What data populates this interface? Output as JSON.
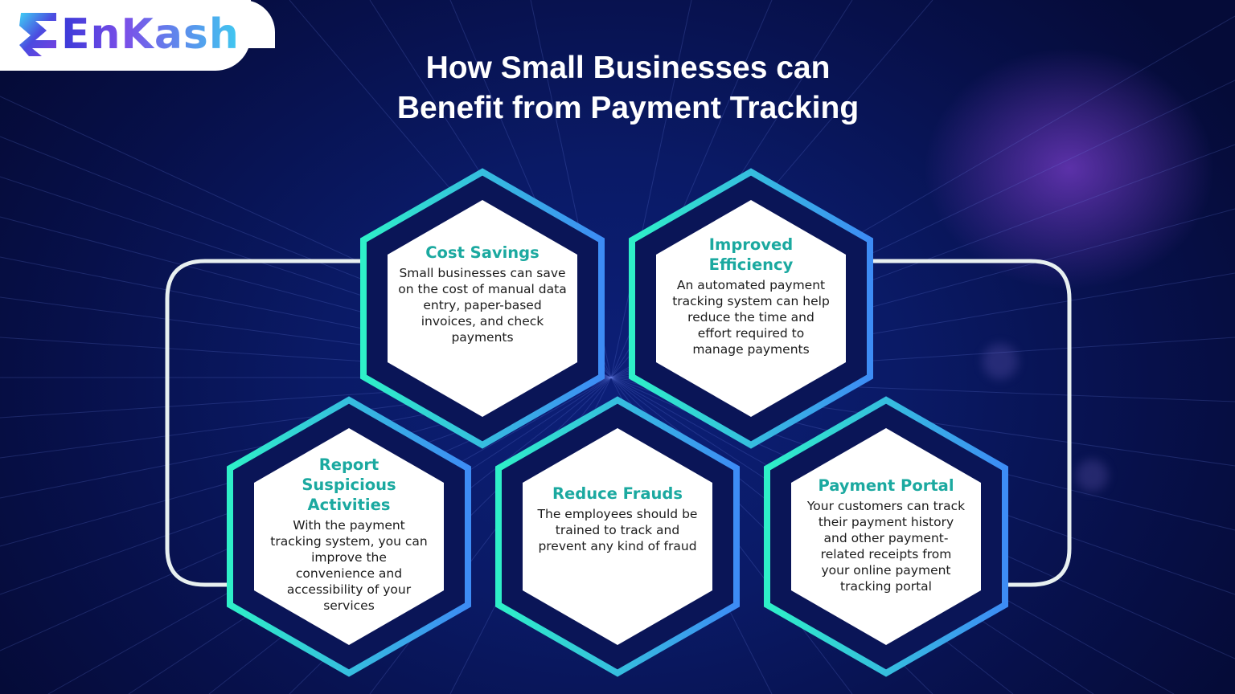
{
  "brand": {
    "name": "EnKash",
    "logo_icon": "rupee-e-logo-icon"
  },
  "header": {
    "title_line1": "How Small Businesses can",
    "title_line2": "Benefit from Payment Tracking"
  },
  "colors": {
    "background": "#0a1656",
    "hex_border_start": "#2ef0c8",
    "hex_border_end": "#3d8cf5",
    "hex_title": "#1ba9a0",
    "body_text": "#1b1b1b",
    "connector": "#e8f0f0"
  },
  "benefits": [
    {
      "title": "Cost Savings",
      "body": "Small businesses can save on the cost of manual data entry, paper-based invoices, and check payments"
    },
    {
      "title": "Improved Efficiency",
      "body": "An automated payment tracking system can help reduce the time and effort required to manage payments"
    },
    {
      "title": "Report Suspicious Activities",
      "body": "With the payment tracking system, you can improve the convenience and accessibility of your services"
    },
    {
      "title": "Reduce Frauds",
      "body": "The employees should be trained to track and prevent any kind of fraud"
    },
    {
      "title": "Payment Portal",
      "body": "Your customers can track their payment history and other payment-related receipts from your online payment tracking portal"
    }
  ]
}
